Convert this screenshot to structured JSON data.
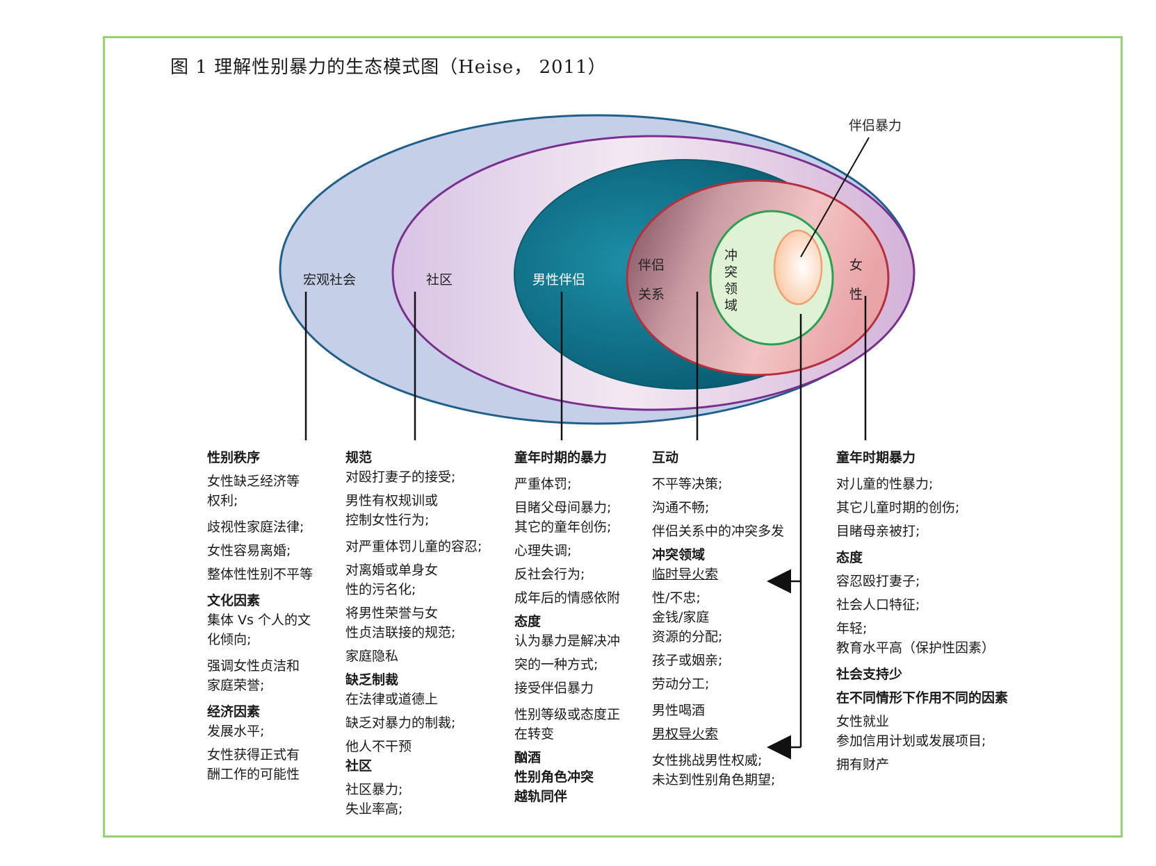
{
  "title": "图 1   理解性别暴力的生态模式图（Heise， 2011）",
  "labels": {
    "macro": "宏观社会",
    "community": "社区",
    "male_partner": "男性伴侣",
    "relationship_1": "伴侣",
    "relationship_2": "关系",
    "conflict_1": "冲",
    "conflict_2": "突",
    "conflict_3": "领",
    "conflict_4": "域",
    "woman_1": "女",
    "woman_2": "性",
    "ipv": "伴侣暴力"
  },
  "columns": {
    "macro": {
      "h1": "性别秩序",
      "l1": "女性缺乏经济等",
      "l2": "权利;",
      "l3": "歧视性家庭法律;",
      "l4": "女性容易离婚;",
      "l5": "整体性性别不平等",
      "h2": "文化因素",
      "l6": "集体 Vs 个人的文",
      "l7": "化倾向;",
      "l8": "强调女性贞洁和",
      "l9": "家庭荣誉;",
      "h3": "经济因素",
      "l10": "发展水平;",
      "l11": "女性获得正式有",
      "l12": "酬工作的可能性"
    },
    "community": {
      "h1": "规范",
      "l1": "对殴打妻子的接受;",
      "l2": "男性有权规训或",
      "l3": "控制女性行为;",
      "l4": "对严重体罚儿童的容忍;",
      "l5": "对离婚或单身女",
      "l6": "性的污名化;",
      "l7": "将男性荣誉与女",
      "l8": "性贞洁联接的规范;",
      "l9": "家庭隐私",
      "h2": "缺乏制裁",
      "l10": "在法律或道德上",
      "l11": "缺乏对暴力的制裁;",
      "l12": "他人不干预",
      "h3": "社区",
      "l13": "社区暴力;",
      "l14": "失业率高;"
    },
    "male": {
      "h1": "童年时期的暴力",
      "l1": "严重体罚;",
      "l2": "目睹父母间暴力;",
      "l3": "其它的童年创伤;",
      "l4": "心理失调;",
      "l5": "反社会行为;",
      "l6": "成年后的情感依附",
      "h2": "态度",
      "l7": "认为暴力是解决冲",
      "l8": "突的一种方式;",
      "l9": "接受伴侣暴力",
      "l10": "性别等级或态度正",
      "l11": "在转变",
      "h3": "酗酒",
      "h4": "性别角色冲突",
      "h5": "越轨同伴"
    },
    "relationship": {
      "h1": "互动",
      "l1": "不平等决策;",
      "l2": "沟通不畅;",
      "l3": "伴侣关系中的冲突多发",
      "h2": "冲突领域",
      "u1": "临时导火索",
      "l4": "性/不忠;",
      "l5": "金钱/家庭",
      "l6": "资源的分配;",
      "l7": "孩子或姻亲;",
      "l8": "劳动分工;",
      "l9": "男性喝酒",
      "u2": "男权导火索",
      "l10": "女性挑战男性权威;",
      "l11": "未达到性别角色期望;"
    },
    "woman": {
      "h1": "童年时期暴力",
      "l1": "对儿童的性暴力;",
      "l2": "其它儿童时期的创伤;",
      "l3": "目睹母亲被打;",
      "h2": "态度",
      "l4": "容忍殴打妻子;",
      "l5": "社会人口特征;",
      "l6": "年轻;",
      "l7": "教育水平高（保护性因素）",
      "h3": "社会支持少",
      "h4": "在不同情形下作用不同的因素",
      "l8": "女性就业",
      "l9": "参加信用计划或发展项目;",
      "l10": "拥有财产"
    }
  },
  "colors": {
    "frame": "#92d36e",
    "macro_fill": "#c5cfe8",
    "macro_stroke": "#1f5f8b",
    "community_stroke": "#7a2e8e",
    "male_partner_fill": "#0f7a90",
    "relationship_stroke": "#b5303a",
    "conflict_stroke": "#2aa050",
    "conflict_fill": "#dff2d6",
    "ipv_fill": "#fde0c8",
    "ipv_stroke": "#f0a070"
  }
}
